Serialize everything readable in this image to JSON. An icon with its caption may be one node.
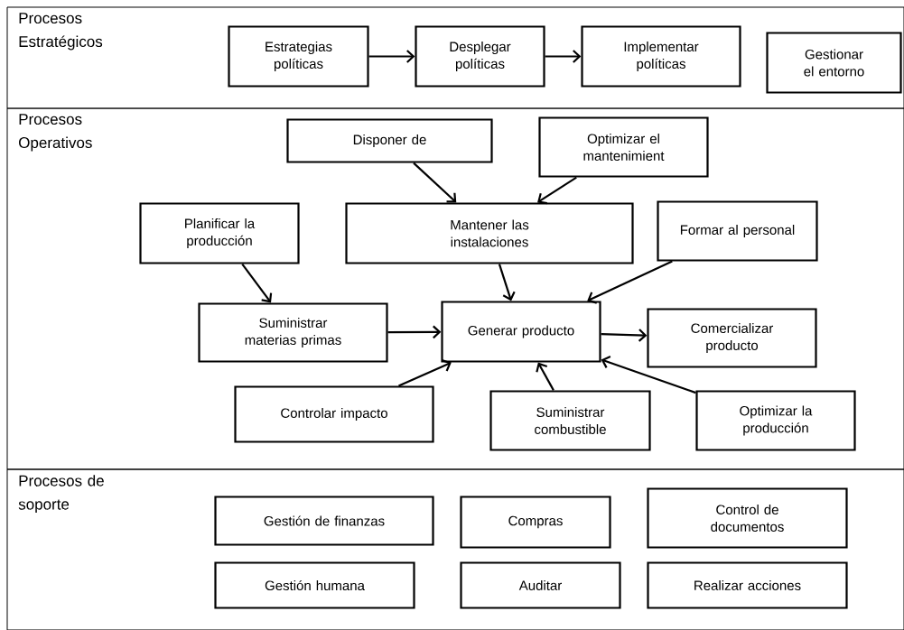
{
  "diagram": {
    "nodes": [
      {
        "text": [
          "Procesos Estratégicos"
        ]
      },
      {
        "text": [
          "Estrategias políticas"
        ],
        "in": 0
      },
      {
        "text": [
          "Desplegar políticas"
        ],
        "in": 0
      },
      {
        "text": [
          "Implementar políticas"
        ],
        "in": 0
      },
      {
        "text": [
          "Gestionar el entorno"
        ],
        "in": 0
      },
      {
        "text": [
          "Procesos Operativos"
        ]
      },
      {
        "text": [
          "Disponer de"
        ],
        "in": 5
      },
      {
        "text": [
          "Optimizar el mantenimient"
        ],
        "in": 5
      },
      {
        "text": [
          "Planificar la producción"
        ],
        "in": 5
      },
      {
        "text": [
          "Mantener las instalaciones"
        ],
        "in": 5
      },
      {
        "text": [
          "Formar al personal"
        ],
        "in": 5
      },
      {
        "text": [
          "Suministrar materias primas"
        ],
        "in": 5
      },
      {
        "text": [
          "Generar producto"
        ],
        "in": 5
      },
      {
        "text": [
          "Comercializar producto"
        ],
        "in": 5
      },
      {
        "text": [
          "Controlar impacto"
        ],
        "in": 5
      },
      {
        "text": [
          "Suministrar combustible"
        ],
        "in": 5
      },
      {
        "text": [
          "Optimizar la producción"
        ],
        "in": 5
      },
      {
        "text": [
          "Procesos de soporte"
        ]
      },
      {
        "text": [
          "Gestión de finanzas"
        ],
        "in": 17
      },
      {
        "text": [
          "Compras"
        ],
        "in": 17
      },
      {
        "text": [
          "Control de documentos"
        ],
        "in": 17
      },
      {
        "text": [
          "Gestión humana"
        ],
        "in": 17
      },
      {
        "text": [
          "Auditar"
        ],
        "in": 17
      },
      {
        "text": [
          "Realizar acciones"
        ],
        "in": 17
      }
    ],
    "edges": [
      {
        "from": 1,
        "to": 2,
        "arrow": "to"
      },
      {
        "from": 2,
        "to": 3,
        "arrow": "to"
      },
      {
        "from": 6,
        "to": 9,
        "arrow": "to"
      },
      {
        "from": 7,
        "to": 9,
        "arrow": "to"
      },
      {
        "from": 8,
        "to": 11,
        "arrow": "to"
      },
      {
        "from": 9,
        "to": 12,
        "arrow": "to"
      },
      {
        "from": 10,
        "to": 12,
        "arrow": "to"
      },
      {
        "from": 11,
        "to": 12,
        "arrow": "to"
      },
      {
        "from": 12,
        "to": 13,
        "arrow": "to"
      },
      {
        "from": 14,
        "to": 12,
        "arrow": "to"
      },
      {
        "from": 15,
        "to": 12,
        "arrow": "to"
      },
      {
        "from": 16,
        "to": 12,
        "arrow": "to"
      }
    ]
  }
}
